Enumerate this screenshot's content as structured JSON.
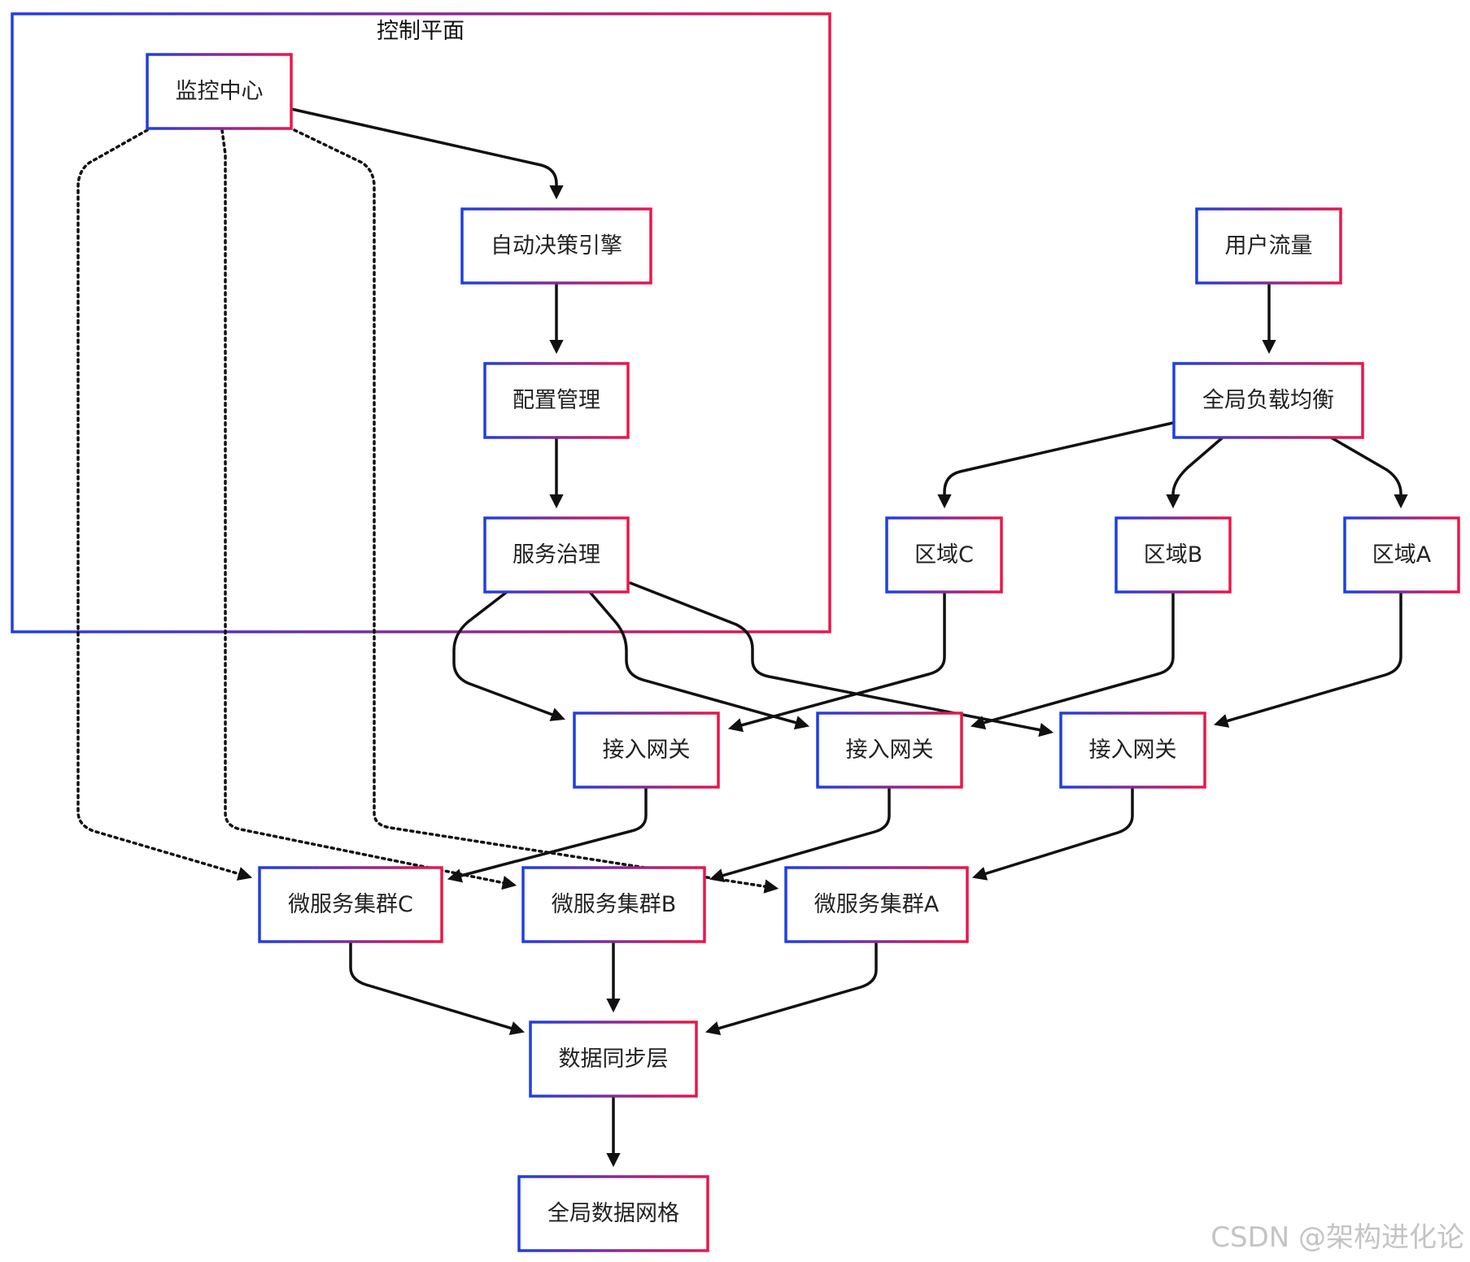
{
  "group": {
    "label": "控制平面"
  },
  "nodes": {
    "monitor": "监控中心",
    "decision": "自动决策引擎",
    "config": "配置管理",
    "governance": "服务治理",
    "user_traffic": "用户流量",
    "glb": "全局负载均衡",
    "region_c": "区域C",
    "region_b": "区域B",
    "region_a": "区域A",
    "gateway_1": "接入网关",
    "gateway_2": "接入网关",
    "gateway_3": "接入网关",
    "cluster_c": "微服务集群C",
    "cluster_b": "微服务集群B",
    "cluster_a": "微服务集群A",
    "data_sync": "数据同步层",
    "data_mesh": "全局数据网格"
  },
  "watermark": "CSDN @架构进化论",
  "colors": {
    "gradient_start": "#1f3fe0",
    "gradient_end": "#e8174a",
    "edge": "#111111"
  }
}
